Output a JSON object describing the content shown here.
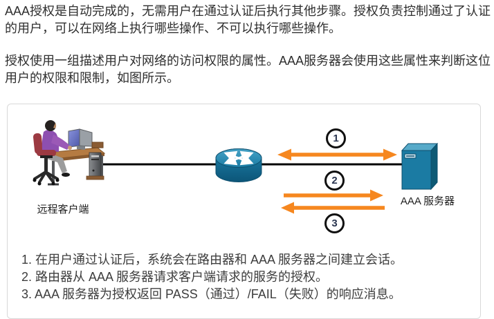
{
  "page": {
    "paragraph1": "AAA授权是自动完成的，无需用户在通过认证后执行其他步骤。授权负责控制通过了认证的用户，可以在网络上执行哪些操作、不可以执行哪些操作。",
    "paragraph2": "授权使用一组描述用户对网络的访问权限的属性。AAA服务器会使用这些属性来判断这位用户的权限和限制，如图所示。"
  },
  "figure": {
    "client_label": "远程客户端",
    "server_label": "AAA 服务器",
    "markers": [
      "1",
      "2",
      "3"
    ],
    "steps": [
      "1. 在用户通过认证后，系统会在路由器和 AAA 服务器之间建立会话。",
      "2. 路由器从 AAA 服务器请求客户端请求的服务的授权。",
      "3. AAA 服务器为授权返回 PASS（通过）/FAIL（失败）的响应消息。"
    ],
    "colors": {
      "arrow_orange": "#F6871F",
      "device_blue": "#1B7BA3",
      "link_line": "#000000"
    }
  }
}
